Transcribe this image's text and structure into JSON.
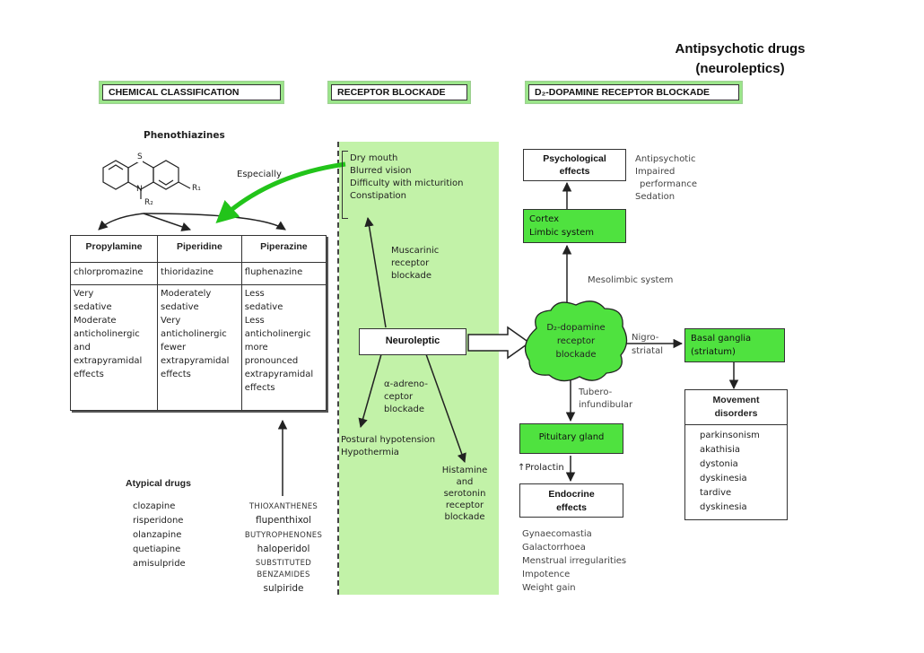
{
  "title": [
    "Antipsychotic drugs",
    "(neuroleptics)"
  ],
  "headers": {
    "chemical": "CHEMICAL CLASSIFICATION",
    "receptor": "RECEPTOR BLOCKADE",
    "d2": "D₂-DOPAMINE RECEPTOR BLOCKADE"
  },
  "chemical": {
    "phenothiazines": "Phenothiazines",
    "structure_labels": {
      "s": "S",
      "n": "N",
      "r1": "R₁",
      "r2": "R₂"
    },
    "especially": "Especially",
    "columns": [
      {
        "name": "Propylamine",
        "drug": "chlorpromazine",
        "effects": [
          "Very",
          "sedative",
          "Moderate",
          "anticholinergic",
          "and",
          "extrapyramidal",
          "effects"
        ]
      },
      {
        "name": "Piperidine",
        "drug": "thioridazine",
        "effects": [
          "Moderately",
          "sedative",
          "Very",
          "anticholinergic",
          "fewer",
          "extrapyramidal",
          "effects"
        ]
      },
      {
        "name": "Piperazine",
        "drug": "fluphenazine",
        "effects": [
          "Less",
          "sedative",
          "Less",
          "anticholinergic",
          "more",
          "pronounced",
          "extrapyramidal",
          "effects"
        ]
      }
    ],
    "atypical_title": "Atypical drugs",
    "atypical": [
      "clozapine",
      "risperidone",
      "olanzapine",
      "quetiapine",
      "amisulpride"
    ],
    "other_classes": [
      {
        "class": "THIOXANTHENES",
        "drug": "flupenthixol"
      },
      {
        "class": "BUTYROPHENONES",
        "drug": "haloperidol"
      },
      {
        "class": "SUBSTITUTED BENZAMIDES",
        "drug": "sulpiride"
      }
    ]
  },
  "receptor": {
    "muscarinic_effects": [
      "Dry mouth",
      "Blurred vision",
      "Difficulty with micturition",
      "Constipation"
    ],
    "muscarinic_label": [
      "Muscarinic",
      "receptor",
      "blockade"
    ],
    "neuroleptic": "Neuroleptic",
    "alpha_label": [
      "α-adreno-",
      "ceptor",
      "blockade"
    ],
    "alpha_effects": [
      "Postural hypotension",
      "Hypothermia"
    ],
    "histamine_label": [
      "Histamine",
      "and",
      "serotonin",
      "receptor",
      "blockade"
    ]
  },
  "d2": {
    "psych_box": "Psychological effects",
    "psych_effects": [
      "Antipsychotic",
      "Impaired",
      "performance",
      "Sedation"
    ],
    "cortex_box": [
      "Cortex",
      "Limbic system"
    ],
    "mesolimbic": "Mesolimbic system",
    "cloud": [
      "D₂-dopamine",
      "receptor",
      "blockade"
    ],
    "nigrostriatal": [
      "Nigro-",
      "striatal"
    ],
    "basal_box": [
      "Basal ganglia",
      "(striatum)"
    ],
    "movement_title": "Movement disorders",
    "movement_items": [
      "parkinsonism",
      "akathisia",
      "dystonia",
      "dyskinesia",
      "tardive",
      "dyskinesia"
    ],
    "tubero": [
      "Tubero-",
      "infundibular"
    ],
    "pituitary_box": "Pituitary gland",
    "prolactin": "↑Prolactin",
    "endocrine_box": "Endocrine effects",
    "endocrine_effects": [
      "Gynaecomastia",
      "Galactorrhoea",
      "Menstrual irregularities",
      "Impotence",
      "Weight gain"
    ]
  },
  "colors": {
    "band": "#c2f2a8",
    "green_box": "#4fe23f",
    "arrow_green": "#22c41a",
    "header_bg": "#9be58a"
  }
}
